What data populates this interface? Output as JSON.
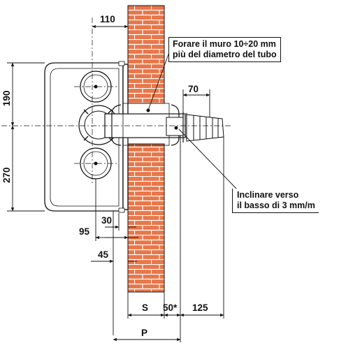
{
  "notes": {
    "drill": {
      "line1": "Forare il muro 10÷20 mm",
      "line2": "più del diametro del tubo"
    },
    "tilt": {
      "line1": "Inclinare verso",
      "line2": "il basso di 3 mm/m"
    }
  },
  "dimensions": {
    "d110": "110",
    "d190": "190",
    "d270": "270",
    "d70": "70",
    "d30": "30",
    "d95": "95",
    "d45": "45",
    "dS": "S",
    "d50": "50*",
    "d125": "125",
    "dP": "P"
  },
  "colors": {
    "brick": "#e8774a",
    "mortar": "#ffffff",
    "line": "#111111"
  }
}
